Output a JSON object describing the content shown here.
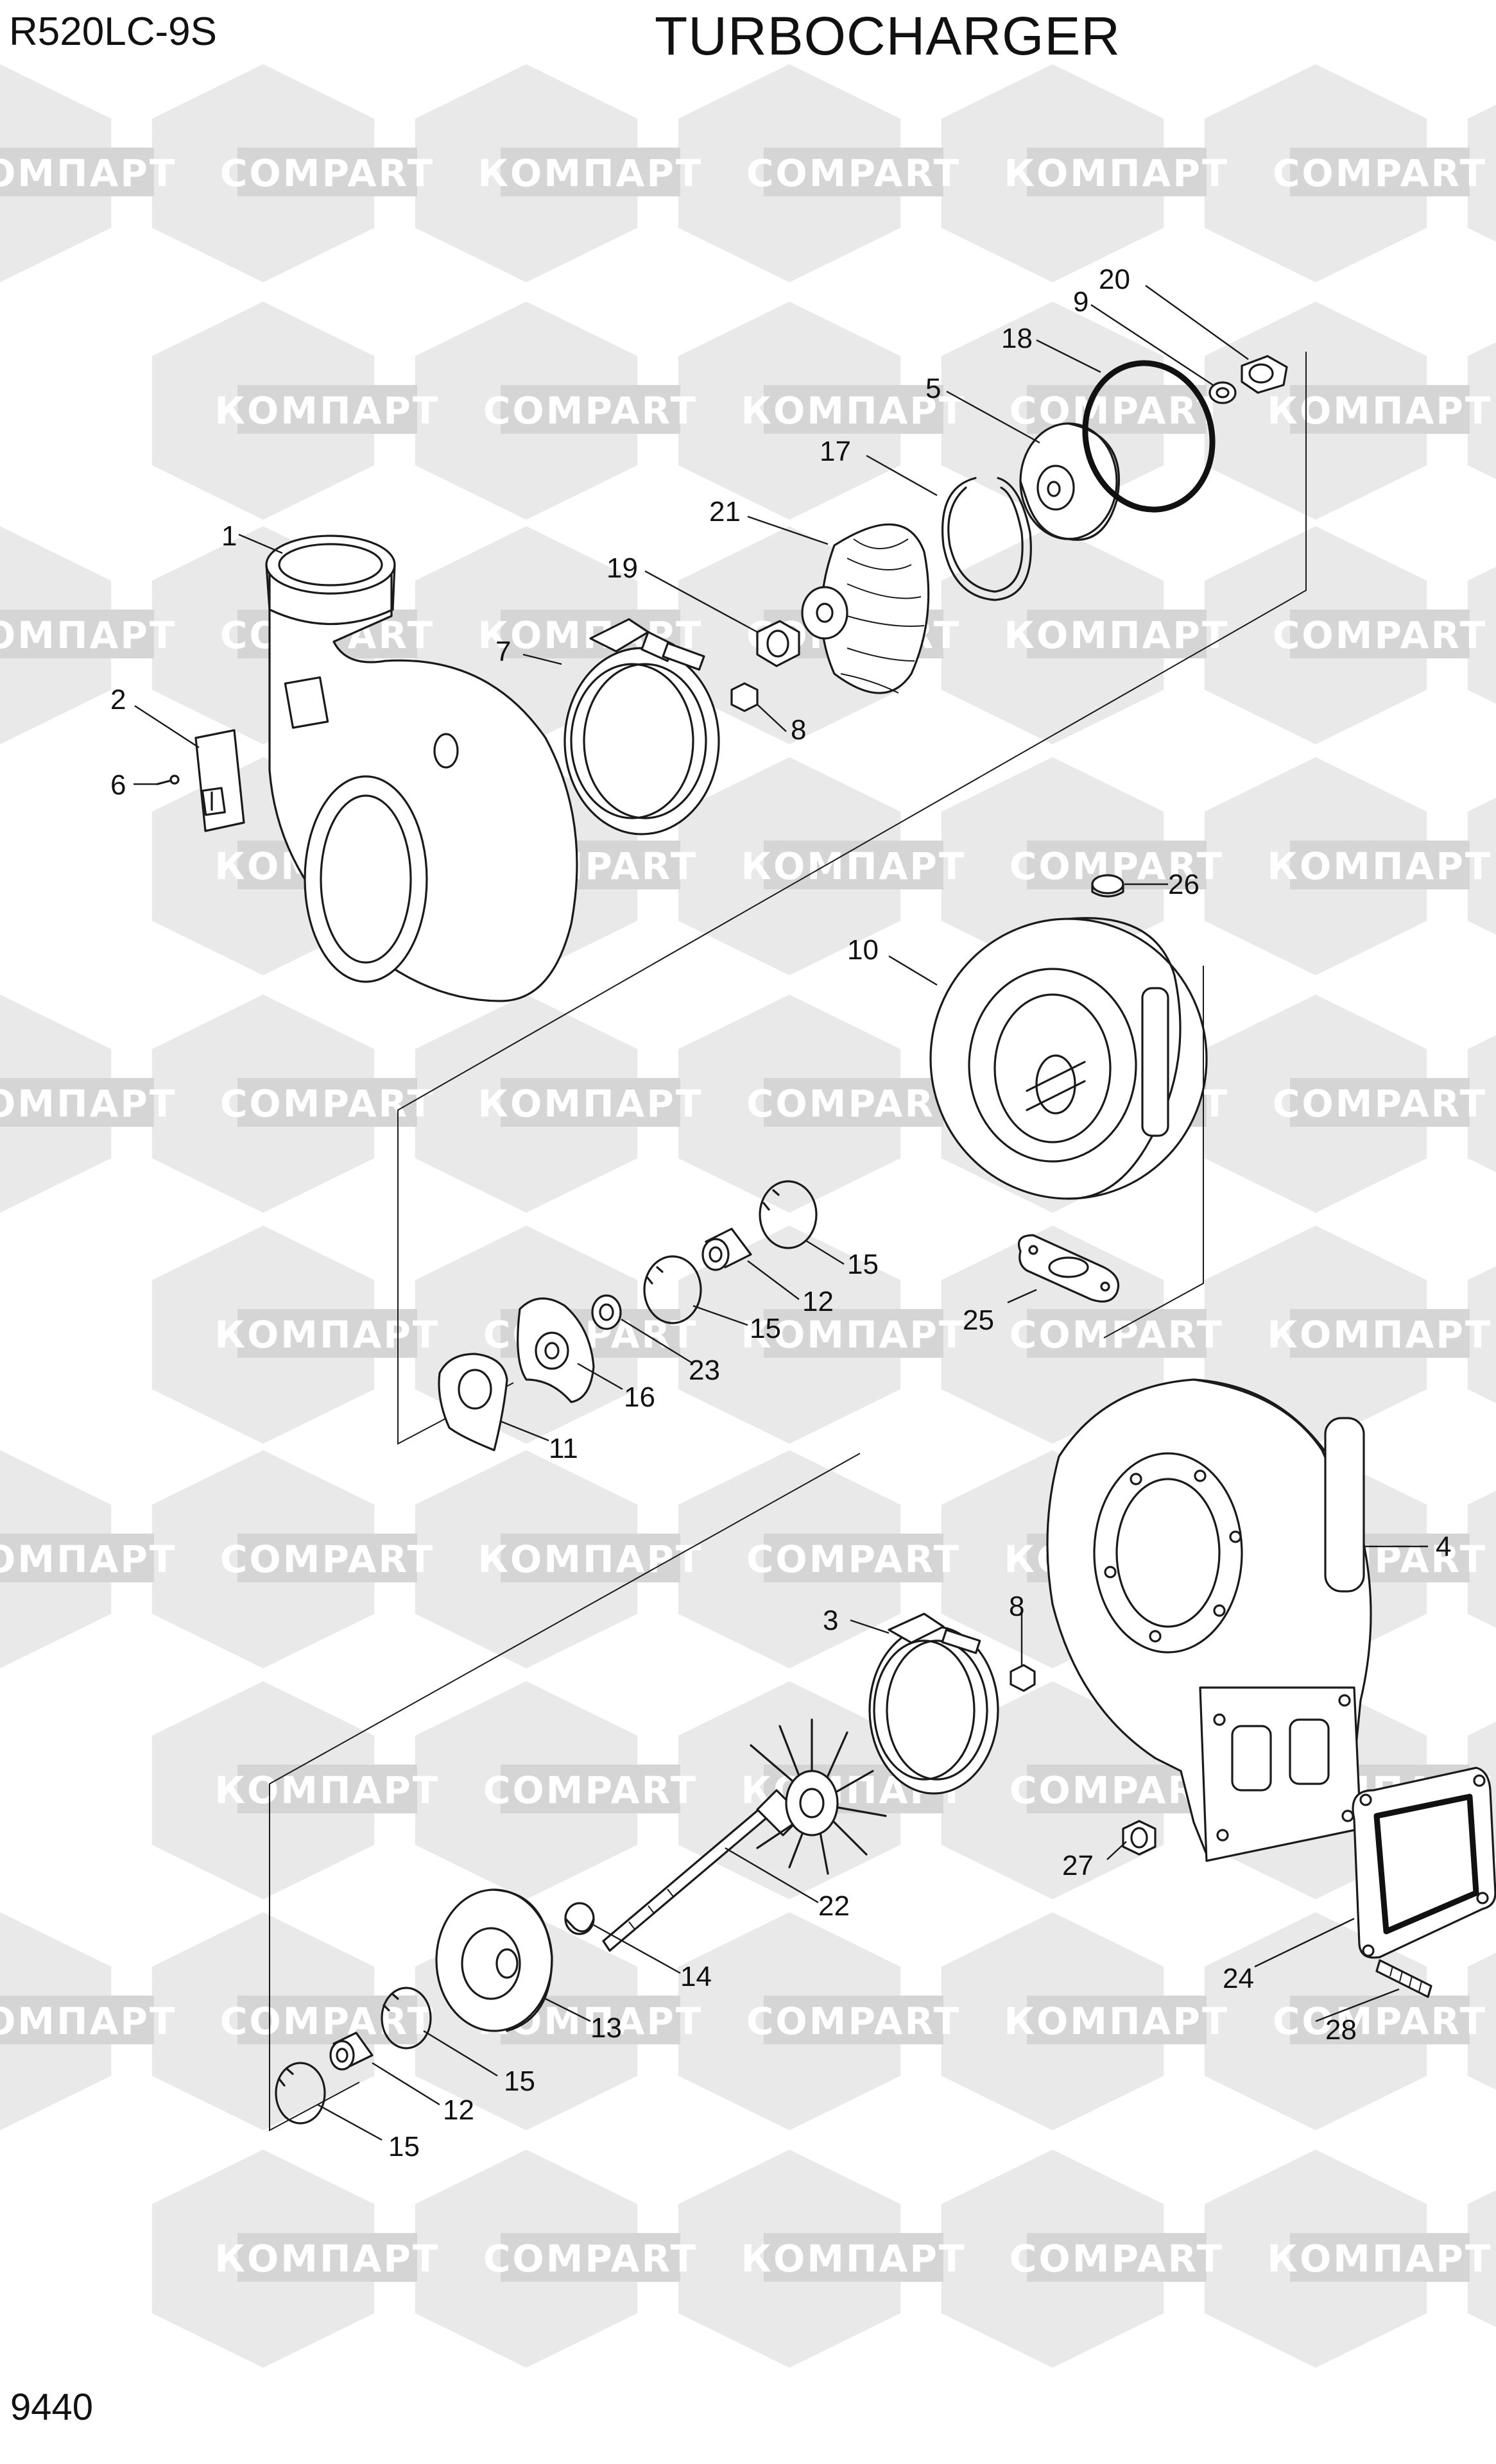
{
  "header": {
    "model": "R520LC-9S",
    "title": "TURBOCHARGER",
    "page_number": "9440"
  },
  "watermark": {
    "text_cyrillic": "КОМПАРТ",
    "text_latin": "COMPART"
  },
  "callouts": [
    {
      "id": "c1",
      "label": "1"
    },
    {
      "id": "c2",
      "label": "2"
    },
    {
      "id": "c6",
      "label": "6"
    },
    {
      "id": "c7",
      "label": "7"
    },
    {
      "id": "c19",
      "label": "19"
    },
    {
      "id": "c8a",
      "label": "8"
    },
    {
      "id": "c21",
      "label": "21"
    },
    {
      "id": "c17",
      "label": "17"
    },
    {
      "id": "c5",
      "label": "5"
    },
    {
      "id": "c18",
      "label": "18"
    },
    {
      "id": "c9",
      "label": "9"
    },
    {
      "id": "c20",
      "label": "20"
    },
    {
      "id": "c26",
      "label": "26"
    },
    {
      "id": "c10",
      "label": "10"
    },
    {
      "id": "c15a",
      "label": "15"
    },
    {
      "id": "c12a",
      "label": "12"
    },
    {
      "id": "c15b",
      "label": "15"
    },
    {
      "id": "c23",
      "label": "23"
    },
    {
      "id": "c16",
      "label": "16"
    },
    {
      "id": "c11",
      "label": "11"
    },
    {
      "id": "c25",
      "label": "25"
    },
    {
      "id": "c4",
      "label": "4"
    },
    {
      "id": "c3",
      "label": "3"
    },
    {
      "id": "c8b",
      "label": "8"
    },
    {
      "id": "c22",
      "label": "22"
    },
    {
      "id": "c27",
      "label": "27"
    },
    {
      "id": "c24",
      "label": "24"
    },
    {
      "id": "c28",
      "label": "28"
    },
    {
      "id": "c14",
      "label": "14"
    },
    {
      "id": "c13",
      "label": "13"
    },
    {
      "id": "c15c",
      "label": "15"
    },
    {
      "id": "c12b",
      "label": "12"
    },
    {
      "id": "c15d",
      "label": "15"
    }
  ]
}
